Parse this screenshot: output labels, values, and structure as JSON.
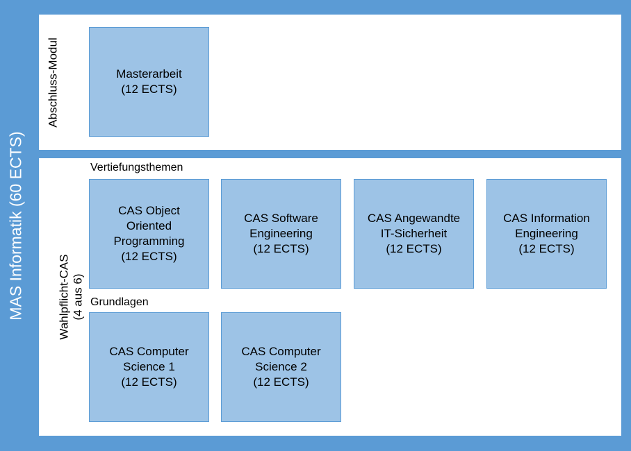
{
  "program_title": "MAS Informatik (60 ECTS)",
  "final_module": {
    "label": "Abschluss-Modul",
    "modules": [
      {
        "lines": [
          "Masterarbeit",
          "(12 ECTS)"
        ]
      }
    ]
  },
  "elective": {
    "label_line1": "Wahlpflicht-CAS",
    "label_line2": "(4 aus 6)",
    "groups": [
      {
        "label": "Vertiefungsthemen",
        "modules": [
          {
            "lines": [
              "CAS Object",
              "Oriented",
              "Programming",
              "(12 ECTS)"
            ]
          },
          {
            "lines": [
              "CAS Software",
              "Engineering",
              "(12 ECTS)"
            ]
          },
          {
            "lines": [
              "CAS Angewandte",
              "IT-Sicherheit",
              "(12 ECTS)"
            ]
          },
          {
            "lines": [
              "CAS Information",
              "Engineering",
              "(12 ECTS)"
            ]
          }
        ]
      },
      {
        "label": "Grundlagen",
        "modules": [
          {
            "lines": [
              "CAS Computer",
              "Science 1",
              "(12 ECTS)"
            ]
          },
          {
            "lines": [
              "CAS Computer",
              "Science 2",
              "(12 ECTS)"
            ]
          }
        ]
      }
    ]
  },
  "colors": {
    "background": "#5b9bd5",
    "module_fill": "#9dc3e6",
    "module_border": "#5b9bd5"
  }
}
